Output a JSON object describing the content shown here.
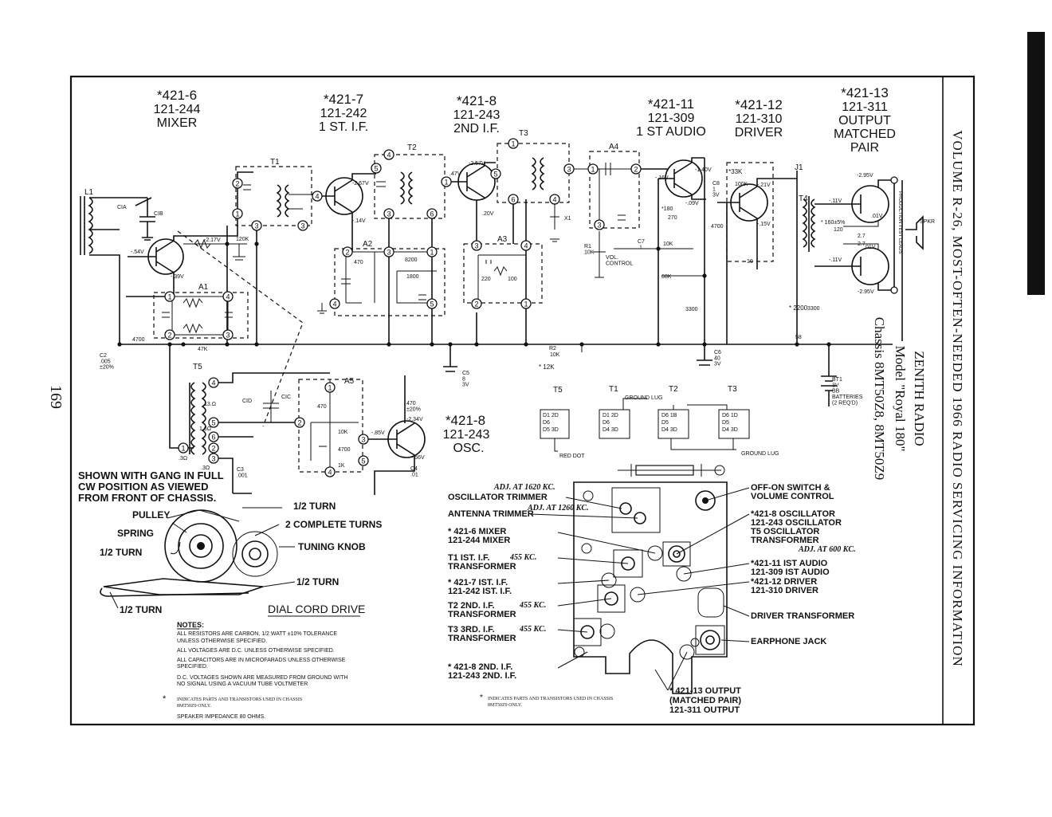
{
  "page_number": "169",
  "side_title": "VOLUME R-26, MOST-OFTEN-NEEDED 1966 RADIO SERVICING INFORMATION",
  "manufacturer": "ZENITH RADIO",
  "model": "Model \"Royal 180\"",
  "chassis": "Chassis 8MT50Z8, 8MT50Z9",
  "stages": [
    {
      "l1": "*421-6",
      "l2": "121-244",
      "l3": "MIXER",
      "l4": ""
    },
    {
      "l1": "*421-7",
      "l2": "121-242",
      "l3": "1 ST. I.F.",
      "l4": ""
    },
    {
      "l1": "*421-8",
      "l2": "121-243",
      "l3": "2ND I.F.",
      "l4": ""
    },
    {
      "l1": "*421-11",
      "l2": "121-309",
      "l3": "1 ST AUDIO",
      "l4": ""
    },
    {
      "l1": "*421-12",
      "l2": "121-310",
      "l3": "DRIVER",
      "l4": ""
    },
    {
      "l1": "*421-13",
      "l2": "121-311",
      "l3": "OUTPUT",
      "l4": "MATCHED PAIR"
    }
  ],
  "osc_stage": {
    "l1": "*421-8",
    "l2": "121-243",
    "l3": "OSC."
  },
  "schematic_labels": {
    "l1": "L1",
    "cia": "CIA",
    "cib": "CIB",
    "t1": "T1",
    "t2": "T2",
    "t3": "T3",
    "t4": "T4",
    "t5": "T5",
    "j1": "J1",
    "a1": "A1",
    "a2": "A2",
    "a3": "A3",
    "a4": "A4",
    "a5": "A5",
    "x1": "X1",
    "spkr": "SPKR",
    "v_mixer_e": "-.54V",
    "v_mixer_b": "-.39V",
    "v_mixer_c": "-2.17V",
    "r120k": "120K",
    "v_if1_c": "-2.67V",
    "v_if1_e": "-.14V",
    "v_if2_b": ".47V",
    "v_if2_c": "-2.57V",
    "v_if2_e": ".20V",
    "v_aud_c": "-1.40V",
    "v_aud_b": "-.16V",
    "v_aud_e": "-.09V",
    "v_drv_c": "-.21V",
    "v_drv_e": "-.15V",
    "v_out_top": "-2.95V",
    "v_out_bot": "-2.95V",
    "v_out_b1": "-.11V",
    "v_out_b2": "-.11V",
    "v_out_e1": ".01V",
    "v_out_e2": ".01V",
    "r4700": "4700",
    "r47k": "47K",
    "r470": "470",
    "r8200": "8200",
    "r1800": "1800",
    "r220": "220",
    "r100": "100",
    "r10k": "10K",
    "r68k": "68K",
    "r3300a": "3300",
    "r180": "*180",
    "r270": "270",
    "r33k": "*33K",
    "r100k": "100K",
    "r4700b": "4700",
    "r10": "10",
    "r160": "* 160±5%",
    "r120": "120",
    "r2_7a": "2.7",
    "r2_7b": "2.7",
    "r2200": "* 2200",
    "r3300b": "3300",
    "r58": "58",
    "r2": "R2",
    "r2v": "10K",
    "r2s": "* 12K",
    "c2": "C2\n.005\n±20%",
    "c5": "C5\n8\n3V",
    "c6": "C6\n40\n3V",
    "c7": "C7\n.1",
    "c8": "C8\n1\n3V",
    "r1": "R1\n10K",
    "vol": "VOL.\nCONTROL",
    "bt1": "BT1\n3V\nBB\nBATTERIES\n(2 REQ'D)",
    "prod": "PRODUCTION TEST LEADS",
    "a5_470": "470",
    "a5_10k": "10K",
    "a5_4700": "4700",
    "a5_1k": "1K",
    "v_osc_b": "-.85V",
    "v_osc_c": "-2.34V",
    "v_osc_e": "-.56V",
    "r470b": "470\n±20%",
    "c4": "C4\n.01",
    "c3": "C3\n.001",
    "cid": "CID",
    "cic": "CIC",
    "t5_13": "13.Ω",
    "t5_16": "1.6Ω",
    "t5_3a": ".3Ω",
    "t5_3b": ".3Ω"
  },
  "lug_diagram": {
    "headers": [
      "T5",
      "T1",
      "T2",
      "T3"
    ],
    "ground_lug": "GROUND LUG",
    "red_dot": "RED DOT",
    "t5": [
      "D1 2D",
      "D6",
      "D5 3D"
    ],
    "t1": [
      "D1 2D",
      "D6",
      "D4 3D"
    ],
    "t2": [
      "D6 1B",
      "D5",
      "D4 3D"
    ],
    "t3": [
      "D6 1D",
      "D5",
      "D4 3D"
    ]
  },
  "gang_note": [
    "SHOWN WITH GANG IN FULL",
    "CW  POSITION AS VIEWED",
    "FROM FRONT OF CHASSIS."
  ],
  "dial": {
    "pulley": "PULLEY",
    "spring": "SPRING",
    "half_turn_a": "1/2 TURN",
    "half_turn_b": "1/2 TURN",
    "half_turn_c": "1/2 TURN",
    "half_turn_d": "1/2 TURN",
    "two_turns": "2 COMPLETE TURNS",
    "knob": "TUNING KNOB",
    "title": "DIAL CORD DRIVE"
  },
  "notes": {
    "heading": "NOTES:",
    "lines": [
      "ALL RESISTORS ARE CARBON, 1/2 WATT ±10% TOLERANCE",
      "UNLESS OTHERWISE SPECIFIED.",
      "ALL VOLTAGES ARE D.C. UNLESS OTHERWISE SPECIFIED.",
      "ALL CAPACITORS ARE IN MICROFARADS UNLESS OTHERWISE",
      "SPECIFIED.",
      "D.C. VOLTAGES SHOWN ARE MEASURED FROM GROUND WITH",
      "NO SIGNAL USING A VACUUM TUBE VOLTMETER"
    ],
    "star_line1": "INDICATES PARTS AND TRANSISTORS USED IN CHASSIS",
    "star_line2": "8MT50Z9 ONLY.",
    "speaker": "SPEAKER IMPEDANCE 80 OHMS."
  },
  "layout_left": [
    {
      "t": "OSCILLATOR TRIMMER",
      "hw": "ADJ. AT 1620 KC."
    },
    {
      "t": "ANTENNA TRIMMER",
      "hw": "ADJ. AT 1260 KC."
    },
    {
      "t": "* 421-6 MIXER\n121-244 MIXER",
      "hw": ""
    },
    {
      "t": "T1  IST. I.F.\nTRANSFORMER",
      "hw": "455 KC."
    },
    {
      "t": "* 421-7  IST. I.F.\n121-242  IST. I.F.",
      "hw": ""
    },
    {
      "t": "T2  2ND. I.F.\nTRANSFORMER",
      "hw": "455 KC."
    },
    {
      "t": "T3  3RD. I.F.\nTRANSFORMER",
      "hw": "455 KC."
    },
    {
      "t": "* 421-8  2ND. I.F.\n121-243  2ND. I.F.",
      "hw": ""
    }
  ],
  "layout_right": [
    {
      "t": "OFF-ON SWITCH &\nVOLUME CONTROL",
      "hw": ""
    },
    {
      "t": "*421-8 OSCILLATOR\n121-243 OSCILLATOR\nT5 OSCILLATOR\nTRANSFORMER",
      "hw": "ADJ. AT 600 KC."
    },
    {
      "t": "*421-11 IST AUDIO\n121-309 IST AUDIO",
      "hw": ""
    },
    {
      "t": "*421-12 DRIVER\n121-310 DRIVER",
      "hw": ""
    },
    {
      "t": "DRIVER TRANSFORMER",
      "hw": ""
    },
    {
      "t": "EARPHONE JACK",
      "hw": ""
    }
  ],
  "layout_bottom": [
    "* 421-13 OUTPUT",
    "(MATCHED PAIR)",
    "121-311 OUTPUT"
  ],
  "layout_footnote": [
    "INDICATES PARTS AND TRANSISTORS USED IN CHASSIS",
    "8MT50Z9 ONLY."
  ]
}
